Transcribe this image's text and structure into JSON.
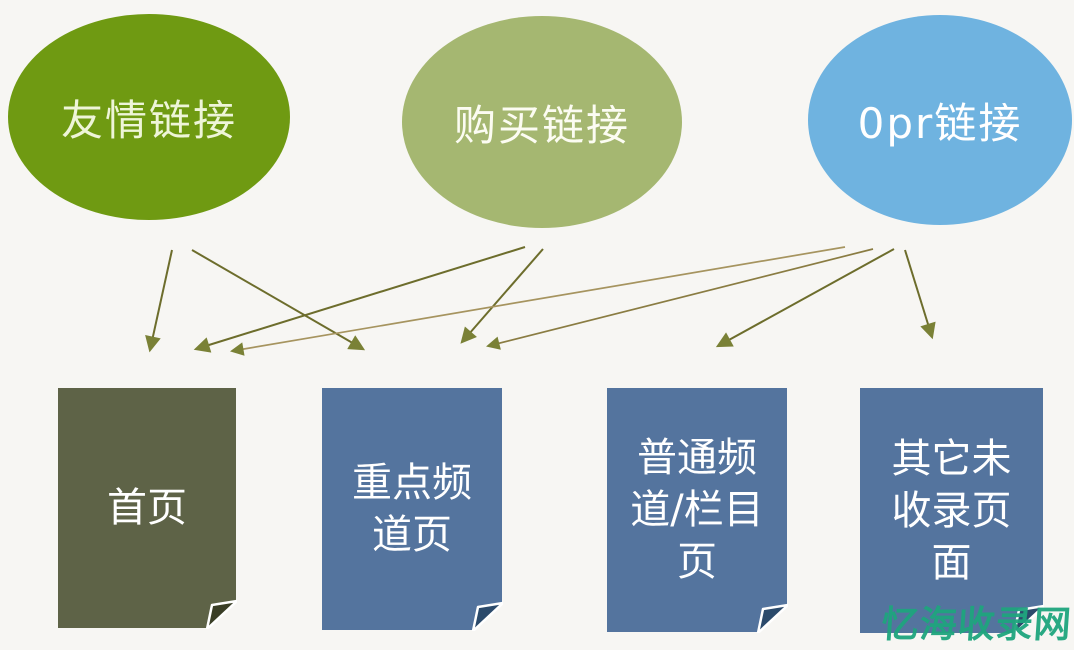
{
  "diagram": {
    "background_color": "#f7f6f3",
    "sources": [
      {
        "id": "friendly-links",
        "label": "友情链接",
        "color": "#6f9a12",
        "text_color": "#eef5d8"
      },
      {
        "id": "purchased-links",
        "label": "购买链接",
        "color": "#a5b771",
        "text_color": "#fcfcf2"
      },
      {
        "id": "zero-pr-links",
        "label": "0pr链接",
        "color": "#6fb3e0",
        "text_color": "#ffffff"
      }
    ],
    "targets": [
      {
        "id": "homepage",
        "label": "首页",
        "display": "首页",
        "color": "#5e6347",
        "fold_color": "#3a3e26"
      },
      {
        "id": "key-channel-page",
        "label": "重点频道页",
        "display": "重点频\n道页",
        "color": "#54749e",
        "fold_color": "#2b4a6b"
      },
      {
        "id": "normal-channel-column-page",
        "label": "普通频道/栏目页",
        "display": "普通频\n道/栏目\n页",
        "color": "#54749e",
        "fold_color": "#2b4a6b"
      },
      {
        "id": "other-unindexed-pages",
        "label": "其它未收录页面",
        "display": "其它未\n收录页\n面",
        "color": "#54749e",
        "fold_color": "#2b4a6b"
      }
    ],
    "edges": [
      {
        "from": "friendly-links",
        "to": "homepage"
      },
      {
        "from": "friendly-links",
        "to": "key-channel-page"
      },
      {
        "from": "purchased-links",
        "to": "homepage"
      },
      {
        "from": "purchased-links",
        "to": "key-channel-page"
      },
      {
        "from": "zero-pr-links",
        "to": "homepage"
      },
      {
        "from": "zero-pr-links",
        "to": "key-channel-page"
      },
      {
        "from": "zero-pr-links",
        "to": "normal-channel-column-page"
      },
      {
        "from": "zero-pr-links",
        "to": "other-unindexed-pages"
      }
    ],
    "arrow_color": "#6d6d2c",
    "arrow_color_light": "#a6945f",
    "arrowhead_color": "#7a8136",
    "watermark": {
      "text": "忆海收录网",
      "color": "#1fa57e"
    }
  }
}
